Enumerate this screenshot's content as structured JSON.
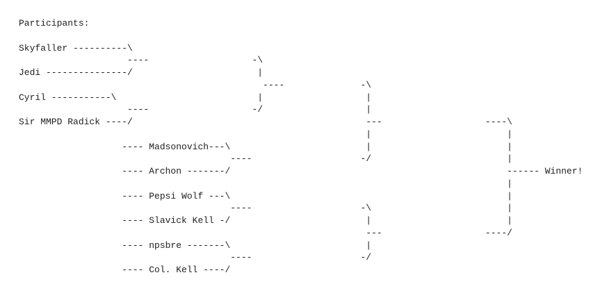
{
  "page": {
    "background_color": "#ffffff",
    "text_color": "#1e1e1e"
  },
  "bracket": {
    "title": "Participants:",
    "winner_label": "Winner!",
    "participants": [
      "Skyfaller",
      "Jedi",
      "Cyril",
      "Sir MMPD Radick",
      "Madsonovich",
      "Archon",
      "Pepsi Wolf",
      "Slavick Kell",
      "npsbre",
      "Col. Kell"
    ],
    "round1_pairs": [
      [
        "Skyfaller",
        "Jedi"
      ],
      [
        "Cyril",
        "Sir MMPD Radick"
      ],
      [
        "Madsonovich",
        "Archon"
      ],
      [
        "Pepsi Wolf",
        "Slavick Kell"
      ],
      [
        "npsbre",
        "Col. Kell"
      ]
    ],
    "ascii_lines": [
      "Participants:",
      "",
      "Skyfaller ----------\\",
      "                    ----                   -\\",
      "Jedi ---------------/                       |",
      "                                             ----              -\\",
      "Cyril -----------\\                          |                   |",
      "                    ----                   -/                   |",
      "Sir MMPD Radick ----/                                           ---                   ----\\",
      "                                                                |                         |",
      "                   ---- Madsonovich---\\                         |                         |",
      "                                       ----                    -/                         |",
      "                   ---- Archon -------/                                                   ------ Winner!",
      "                                                                                          |",
      "                   ---- Pepsi Wolf ---\\                                                   |",
      "                                       ----                    -\\                         |",
      "                   ---- Slavick Kell -/                         |                         |",
      "                                                                ---                   ----/",
      "                   ---- npsbre -------\\                         |",
      "                                       ----                    -/",
      "                   ---- Col. Kell ----/"
    ]
  }
}
